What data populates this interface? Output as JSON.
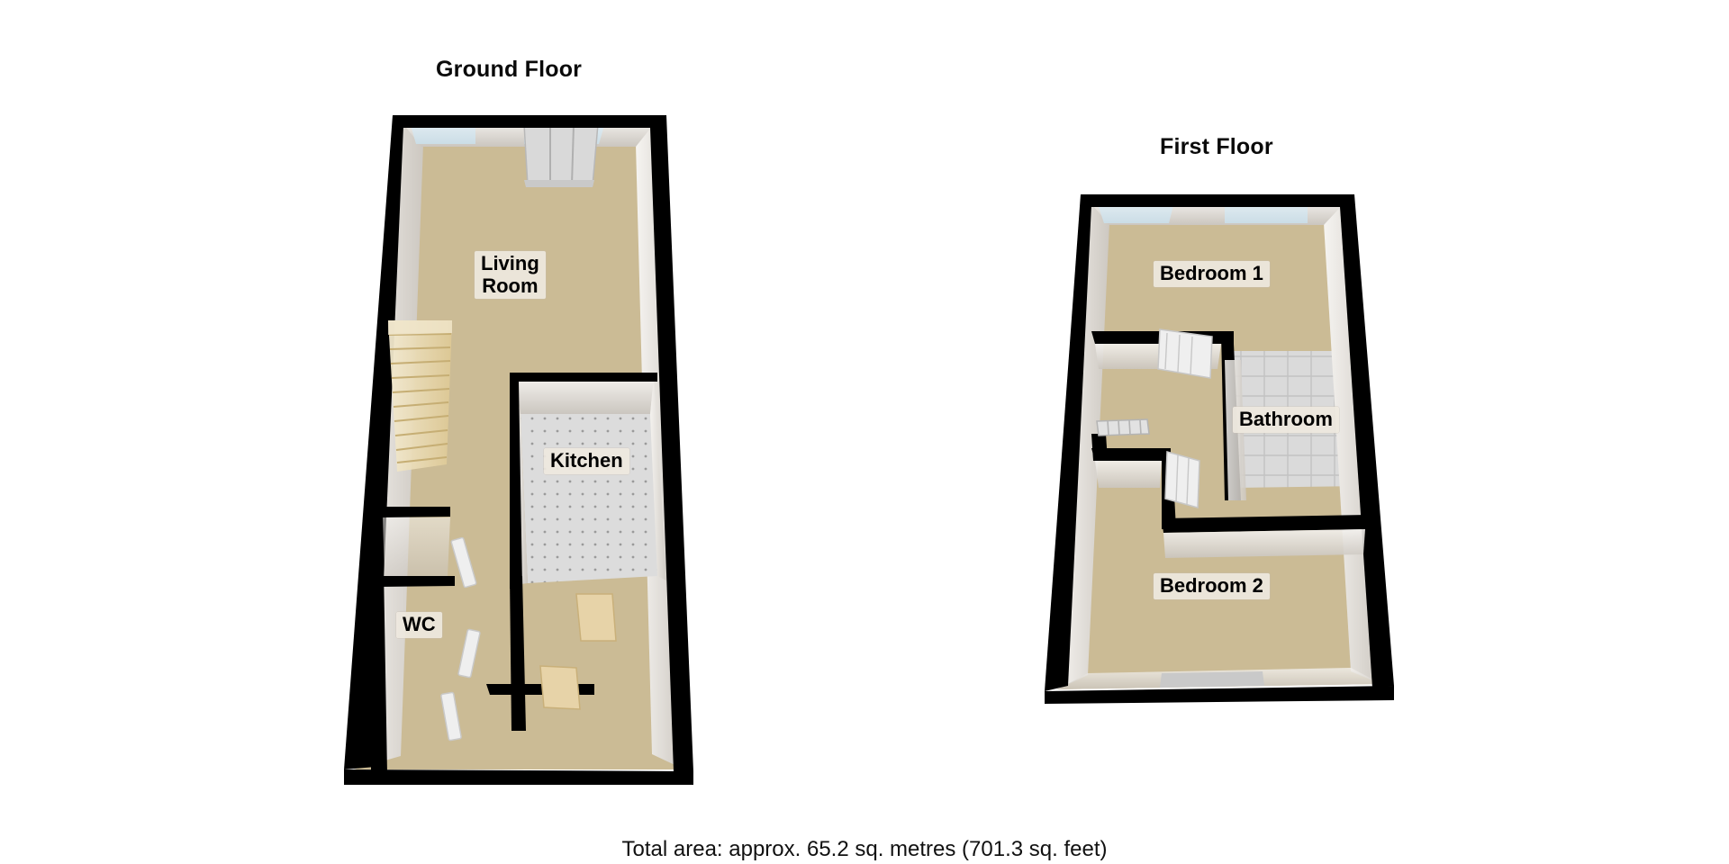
{
  "floors": [
    {
      "id": "ground",
      "title": "Ground Floor"
    },
    {
      "id": "first",
      "title": "First Floor"
    }
  ],
  "rooms": {
    "living": "Living\nRoom",
    "kitchen": "Kitchen",
    "wc": "WC",
    "bedroom1": "Bedroom 1",
    "bathroom": "Bathroom",
    "bedroom2": "Bedroom 2"
  },
  "footer": {
    "total_area": "Total area: approx. 65.2 sq. metres (701.3 sq. feet)"
  },
  "colors": {
    "wall_outline": "#000000",
    "wall_face": "#e9e6e1",
    "wall_shade": "#cfcac3",
    "floor_carpet": "#cbbb95",
    "floor_tile": "#d9d9d9",
    "window_glass": "#dce8ee",
    "stair_wood": "#e8d9ae",
    "label_bg": "#eee8de",
    "text": "#000000",
    "background": "#ffffff"
  }
}
